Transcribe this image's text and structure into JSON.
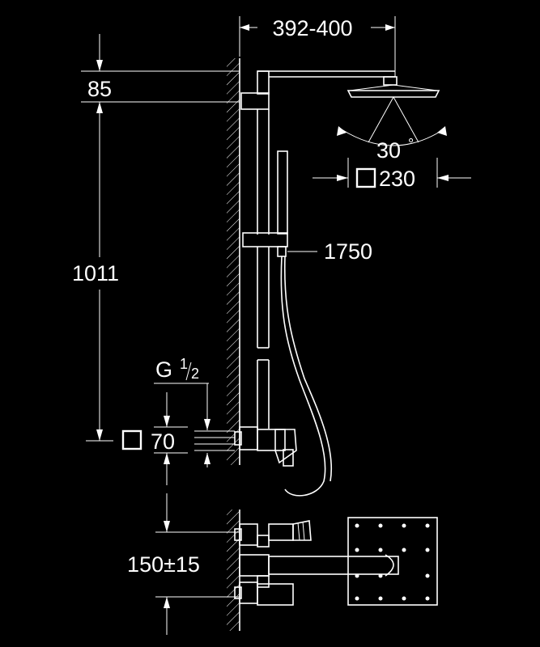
{
  "dimensions": {
    "arm_projection": "392-400",
    "head_to_top": "85",
    "riser_height": "1011",
    "spray_angle": "30",
    "head_size": "230",
    "hand_shower_height": "1750",
    "thread_g": "G",
    "thread_numerator": "1",
    "thread_denominator": "2",
    "mixer_body": "70",
    "inlet_centres": "150±15"
  },
  "symbols": {
    "degree": "°",
    "square": "square-symbol"
  },
  "colors": {
    "background": "#000000",
    "lines": "#ffffff"
  }
}
